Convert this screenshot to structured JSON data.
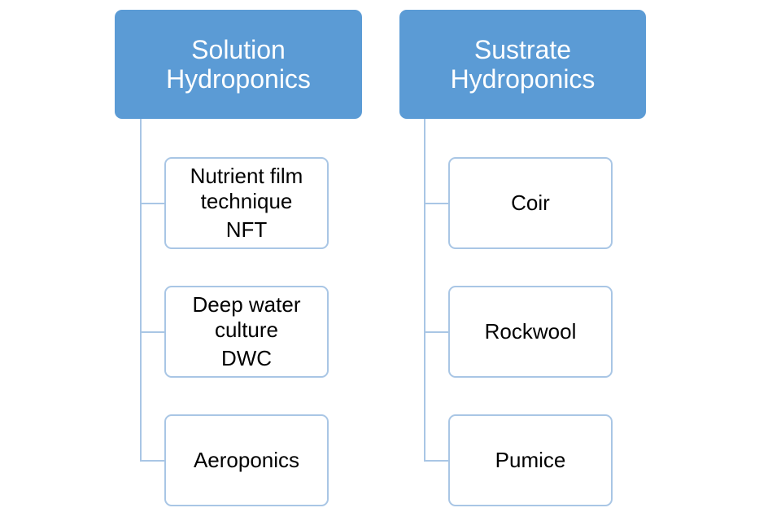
{
  "left": {
    "header": {
      "line1": "Solution",
      "line2": "Hydroponics"
    },
    "items": [
      {
        "line1": "Nutrient film",
        "line2": "technique",
        "abbr": "NFT"
      },
      {
        "line1": "Deep water",
        "line2": "culture",
        "abbr": "DWC"
      },
      {
        "line1": "Aeroponics"
      }
    ]
  },
  "right": {
    "header": {
      "line1": "Sustrate",
      "line2": "Hydroponics"
    },
    "items": [
      {
        "line1": "Coir"
      },
      {
        "line1": "Rockwool"
      },
      {
        "line1": "Pumice"
      }
    ]
  },
  "colors": {
    "header_fill": "#5b9bd5",
    "connector": "#a9c6e5"
  }
}
